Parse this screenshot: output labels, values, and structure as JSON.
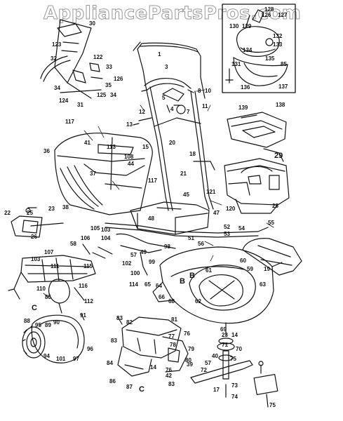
{
  "watermark": "AppliancePartsPros.com",
  "labels": {
    "l128": "128",
    "l126": "126",
    "l127": "127",
    "l130": "130",
    "l129": "129",
    "l132": "132",
    "l133": "133",
    "l134": "134",
    "l131": "131",
    "l135": "135",
    "l85": "85",
    "l136": "136",
    "l137": "137",
    "l30": "30",
    "l123": "123",
    "l32": "32",
    "l122": "122",
    "l33": "33",
    "l126b": "126",
    "l35": "35",
    "l34": "34",
    "l124": "124",
    "l31": "31",
    "l125": "125",
    "l34b": "34",
    "l1": "1",
    "l3": "3",
    "l8": "8",
    "l10": "10",
    "l5": "5",
    "l4": "4",
    "l7": "7",
    "l11": "11",
    "l12": "12",
    "l13": "13",
    "l139": "139",
    "l138": "138",
    "l117": "117",
    "l41": "41",
    "l36": "36",
    "l113": "113",
    "l108": "108",
    "l44": "44",
    "l15": "15",
    "l20": "20",
    "l18": "18",
    "l29": "29",
    "l37": "37",
    "l117b": "117",
    "l21": "21",
    "l121": "121",
    "l45": "45",
    "l28": "28",
    "l22": "22",
    "l25": "25",
    "l23": "23",
    "l26": "26",
    "l38": "38",
    "l47": "47",
    "l120": "120",
    "l105": "105",
    "l103": "103",
    "l48": "48",
    "l52": "52",
    "l53": "53",
    "l54": "54",
    "l55": "55",
    "l106": "106",
    "l58": "58",
    "l104": "104",
    "l51": "51",
    "l56": "56",
    "l57": "57",
    "l98": "98",
    "l107": "107",
    "l103b": "103",
    "l111": "111",
    "l115": "115",
    "l102": "102",
    "l100": "100",
    "l99": "99",
    "l49": "49",
    "l60": "60",
    "l59": "59",
    "l19": "19",
    "l61": "61",
    "l63": "63",
    "lB1": "B",
    "l114": "114",
    "l65": "65",
    "l64": "64",
    "l66": "66",
    "l68": "68",
    "l62": "62",
    "l110": "110",
    "l85b": "85",
    "l116": "116",
    "l112": "112",
    "lC1": "C",
    "l88": "88",
    "l95": "95",
    "l89": "89",
    "l90": "90",
    "l91": "91",
    "l94": "94",
    "l101": "101",
    "l97": "97",
    "l96": "96",
    "l83": "83",
    "l82": "82",
    "l81": "81",
    "l69": "69",
    "l23b": "23",
    "l14": "14",
    "l71": "71",
    "l70": "70",
    "l83b": "83",
    "l77": "77",
    "l76": "76",
    "l78": "78",
    "l79": "79",
    "l80": "80",
    "l39": "39",
    "l84": "84",
    "l86": "86",
    "l87": "87",
    "lC2": "C",
    "l42": "42",
    "l76b": "76",
    "l83c": "83",
    "l40": "40",
    "l57b": "57",
    "l75": "75",
    "l72": "72",
    "l73": "73",
    "l17": "17",
    "l74": "74",
    "l75b": "75",
    "lB2": "B",
    "l14b": "14"
  }
}
